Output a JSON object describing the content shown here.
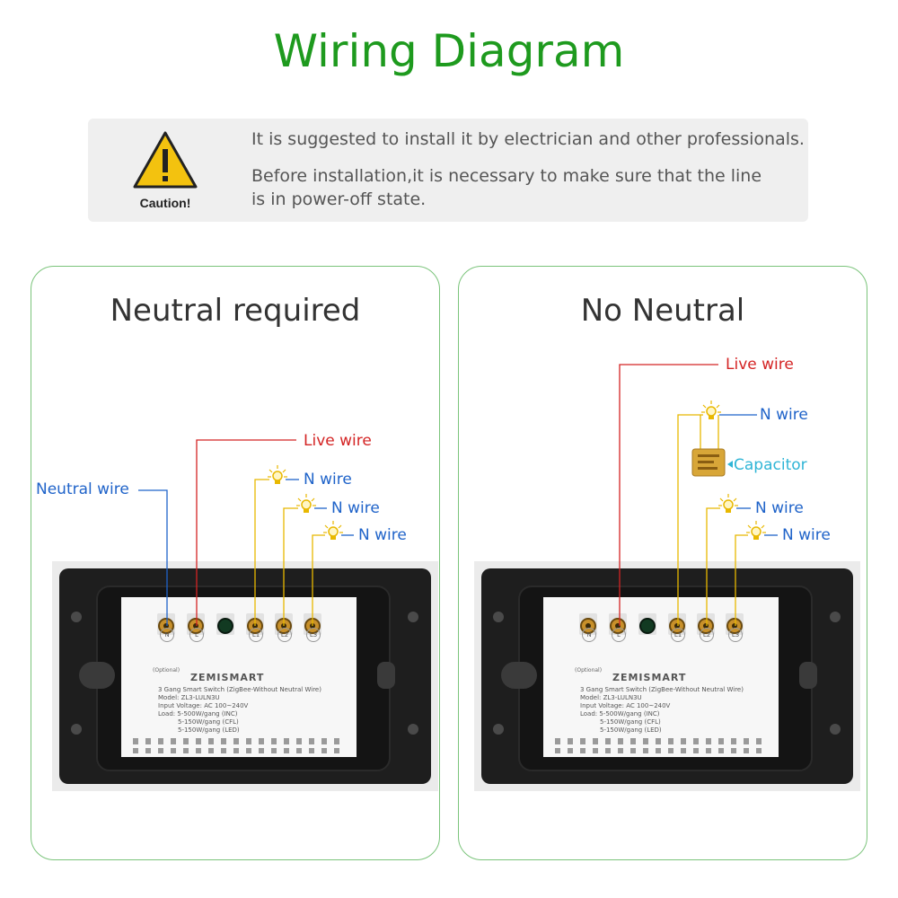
{
  "title": "Wiring Diagram",
  "caution": {
    "label": "Caution!",
    "line1": "It is suggested to install it by electrician and other professionals.",
    "line2": "Before installation,it is necessary to make sure that the line",
    "line3": "is in power-off state."
  },
  "left_panel": {
    "title": "Neutral required",
    "labels": {
      "neutral": "Neutral wire",
      "live": "Live wire",
      "n1": "N wire",
      "n2": "N wire",
      "n3": "N wire"
    }
  },
  "right_panel": {
    "title": "No Neutral",
    "labels": {
      "live": "Live wire",
      "n_cap": "N wire",
      "capacitor": "Capacitor",
      "n1": "N wire",
      "n2": "N wire"
    }
  },
  "switch": {
    "brand": "ZEMISMART",
    "terminals": [
      "N",
      "L",
      "L1",
      "L2",
      "L3"
    ],
    "optional": "(Optional)",
    "spec1": "3 Gang Smart Switch (ZigBee-Without Neutral Wire)",
    "spec2": "Model: ZL3-LULN3U",
    "spec3": "Input Voltage: AC 100~240V",
    "spec4": "Load: 5-500W/gang (INC)",
    "spec5": "5-150W/gang (CFL)",
    "spec6": "5-150W/gang (LED)"
  },
  "colors": {
    "title_green": "#1e9a1e",
    "live_red": "#d42424",
    "neutral_blue": "#1f63c9",
    "load_yellow": "#e8b800",
    "capacitor_cyan": "#2fb5d6"
  }
}
